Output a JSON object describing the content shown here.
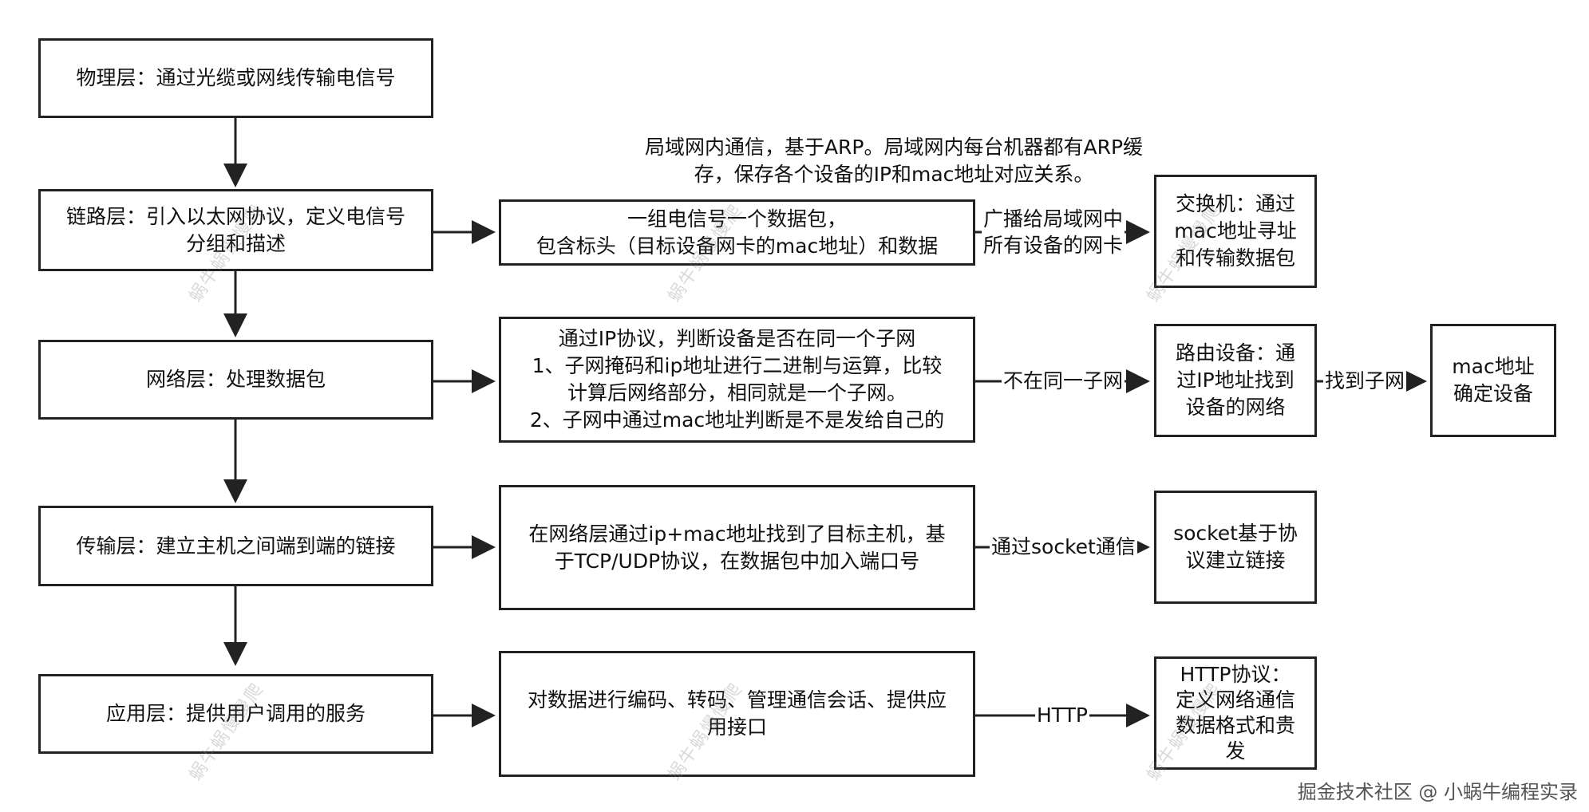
{
  "layers": {
    "physical": "物理层：通过光缆或网线传输电信号",
    "link": [
      "链路层：引入以太网协议，定义电信号",
      "分组和描述"
    ],
    "network": "网络层：处理数据包",
    "transport": "传输层：建立主机之间端到端的链接",
    "application": "应用层：提供用户调用的服务"
  },
  "details": {
    "link": [
      "一组电信号一个数据包，",
      "包含标头（目标设备网卡的mac地址）和数据"
    ],
    "network": [
      "通过IP协议，判断设备是否在同一个子网",
      "1、子网掩码和ip地址进行二进制与运算，比较",
      "计算后网络部分，相同就是一个子网。",
      "2、子网中通过mac地址判断是不是发给自己的"
    ],
    "transport": [
      "在网络层通过ip+mac地址找到了目标主机，基",
      "于TCP/UDP协议，在数据包中加入端口号"
    ],
    "application": [
      "对数据进行编码、转码、管理通信会话、提供应",
      "用接口"
    ]
  },
  "arp_note": [
    "局域网内通信，基于ARP。局域网内每台机器都有ARP缓",
    "存，保存各个设备的IP和mac地址对应关系。"
  ],
  "edge_labels": {
    "broadcast": [
      "广播给局域网中",
      "所有设备的网卡"
    ],
    "not_same_subnet": "不在同一子网",
    "found_subnet": "找到子网",
    "via_socket": "通过socket通信",
    "http": "HTTP"
  },
  "targets": {
    "switch": [
      "交换机：通过",
      "mac地址寻址",
      "和传输数据包"
    ],
    "router": [
      "路由设备：通",
      "过IP地址找到",
      "设备的网络"
    ],
    "mac_device": [
      "mac地址",
      "确定设备"
    ],
    "socket": [
      "socket基于协",
      "议建立链接"
    ],
    "http": [
      "HTTP协议：",
      "定义网络通信",
      "数据格式和贵",
      "发"
    ]
  },
  "watermark": "蜗牛蜗慢慢爬",
  "footer": "掘金技术社区 @ 小蜗牛编程实录"
}
